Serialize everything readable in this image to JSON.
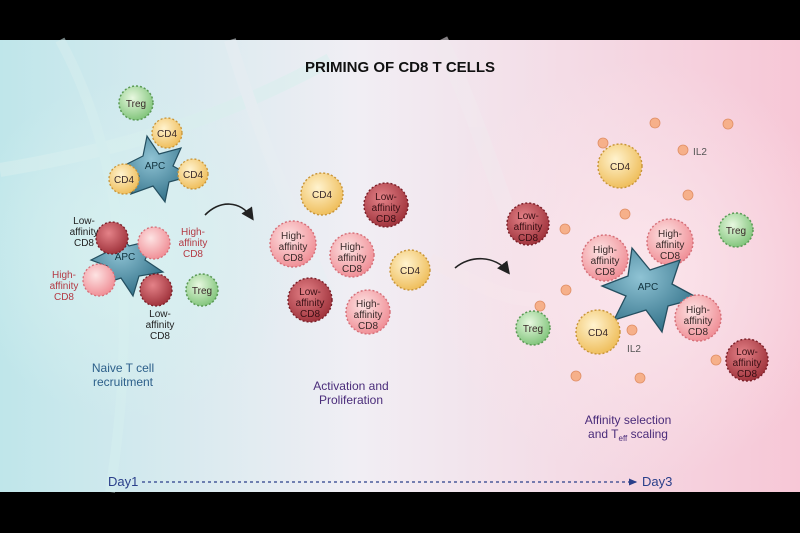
{
  "title": "PRIMING OF CD8 T CELLS",
  "stage1": {
    "label_line1": "Naive T cell",
    "label_line2": "recruitment",
    "annotations": {
      "low1_a": "Low-",
      "low1_b": "affinity",
      "low1_c": "CD8",
      "high1_a": "High-",
      "high1_b": "affinity",
      "high1_c": "CD8",
      "high2_a": "High-",
      "high2_b": "affinity",
      "high2_c": "CD8",
      "low2_a": "Low-",
      "low2_b": "affinity",
      "low2_c": "CD8"
    }
  },
  "stage2": {
    "label_line1": "Activation and",
    "label_line2": "Proliferation"
  },
  "stage3": {
    "label_line1": "Affinity selection",
    "label_line2_pre": "and T",
    "label_line2_sub": "eff",
    "label_line2_post": " scaling"
  },
  "labels": {
    "treg": "Treg",
    "cd4": "CD4",
    "apc": "APC",
    "il2": "IL2",
    "low": "Low-",
    "high": "High-",
    "affinity": "affinity",
    "cd8": "CD8"
  },
  "timeline": {
    "start": "Day1",
    "end": "Day3"
  },
  "colors": {
    "cd4": "#f2c66b",
    "treg": "#8fd08a",
    "low": "#b8404a",
    "high": "#f4a0a4",
    "apc": "#4d8fa8",
    "arrow": "#222222"
  }
}
